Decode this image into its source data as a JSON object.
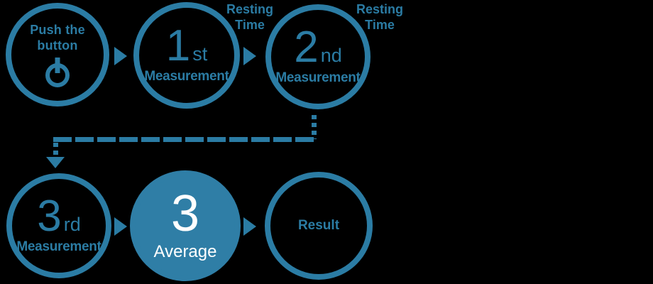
{
  "colors": {
    "teal": "#2B7CA4",
    "fill": "#2F7EA6",
    "white": "#FFFFFF",
    "background": "#000000"
  },
  "steps": {
    "push": {
      "line1": "Push the",
      "line2": "button",
      "icon": "power-icon"
    },
    "first": {
      "number": "1",
      "ordinal": "st",
      "label": "Measurement"
    },
    "second": {
      "number": "2",
      "ordinal": "nd",
      "label": "Measurement"
    },
    "third": {
      "number": "3",
      "ordinal": "rd",
      "label": "Measurement"
    },
    "average": {
      "number": "3",
      "label": "Average"
    },
    "result": {
      "label": "Result"
    }
  },
  "annotations": {
    "resting_time_1": {
      "line1": "Resting",
      "line2": "Time"
    },
    "resting_time_2": {
      "line1": "Resting",
      "line2": "Time"
    }
  }
}
